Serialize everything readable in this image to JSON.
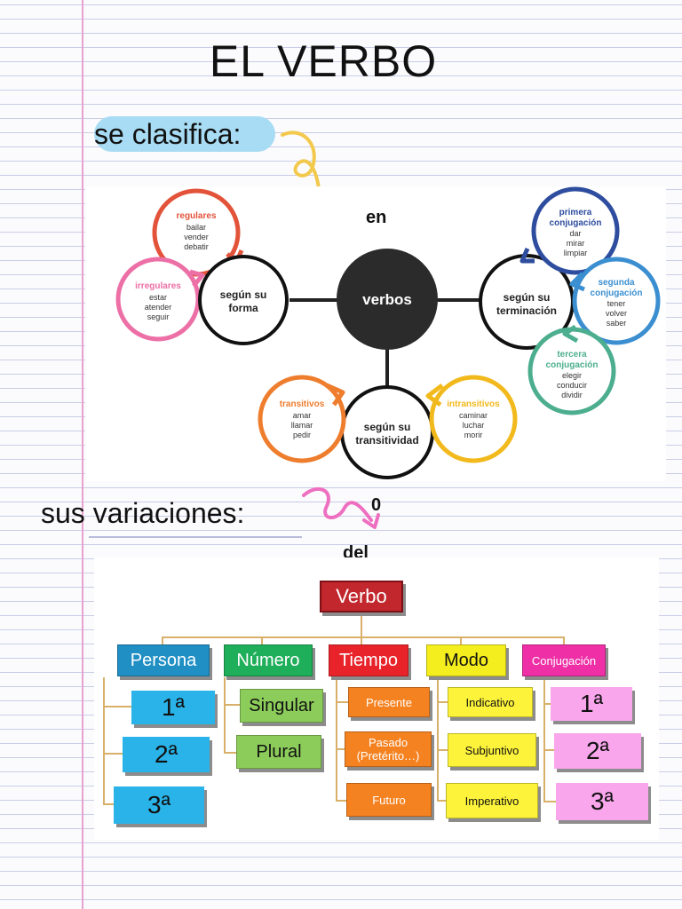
{
  "title": "EL VERBO",
  "section1": {
    "heading": "se clasifica:",
    "connector": "en"
  },
  "mindmap": {
    "center": "verbos",
    "forma": {
      "hub": [
        "según su",
        "forma"
      ],
      "regulares": {
        "title": "regulares",
        "examples": [
          "bailar",
          "vender",
          "debatir"
        ]
      },
      "irregulares": {
        "title": "irregulares",
        "examples": [
          "estar",
          "atender",
          "seguir"
        ]
      }
    },
    "terminacion": {
      "hub": [
        "según su",
        "terminación"
      ],
      "primera": {
        "title": [
          "primera",
          "conjugación"
        ],
        "examples": [
          "dar",
          "mirar",
          "limpiar"
        ]
      },
      "segunda": {
        "title": [
          "segunda",
          "conjugación"
        ],
        "examples": [
          "tener",
          "volver",
          "saber"
        ]
      },
      "tercera": {
        "title": [
          "tercera",
          "conjugación"
        ],
        "examples": [
          "elegir",
          "conducir",
          "dividir"
        ]
      }
    },
    "transitividad": {
      "hub": [
        "según su",
        "transitividad"
      ],
      "transitivos": {
        "title": "transitivos",
        "examples": [
          "amar",
          "llamar",
          "pedir"
        ]
      },
      "intransitivos": {
        "title": "intransitivos",
        "examples": [
          "caminar",
          "luchar",
          "morir"
        ]
      }
    },
    "colors": {
      "regulares": "#e2533a",
      "irregulares": "#ec6fa6",
      "primera": "#2e4d9f",
      "segunda": "#3b8fd0",
      "tercera": "#4cae8e",
      "transitivos": "#ee7d2e",
      "intransitivos": "#f2b91c",
      "center": "#2b2b2b"
    }
  },
  "section2": {
    "heading": "sus variaciones:",
    "connector_o": "0",
    "connector_del": "del"
  },
  "tree": {
    "root": "Verbo",
    "categories": {
      "persona": {
        "label": "Persona",
        "items": [
          "1ª",
          "2ª",
          "3ª"
        ]
      },
      "numero": {
        "label": "Número",
        "items": [
          "Singular",
          "Plural"
        ]
      },
      "tiempo": {
        "label": "Tiempo",
        "items": [
          "Presente",
          "Pasado (Pretérito…)",
          "Futuro"
        ]
      },
      "modo": {
        "label": "Modo",
        "items": [
          "Indicativo",
          "Subjuntivo",
          "Imperativo"
        ]
      },
      "conjugacion": {
        "label": "Conjugación",
        "items": [
          "1ª",
          "2ª",
          "3ª"
        ]
      }
    },
    "colors": {
      "root": "#c1272d",
      "persona": "#1f8fc4",
      "persona_items": "#29b3e8",
      "numero": "#1fae5a",
      "numero_items": "#8ccc5a",
      "tiempo": "#e8232a",
      "tiempo_items": "#f58220",
      "modo": "#f5ee1e",
      "modo_items": "#fdf33b",
      "conjugacion": "#ee2fa6",
      "conjugacion_items": "#f9a6ec"
    }
  }
}
